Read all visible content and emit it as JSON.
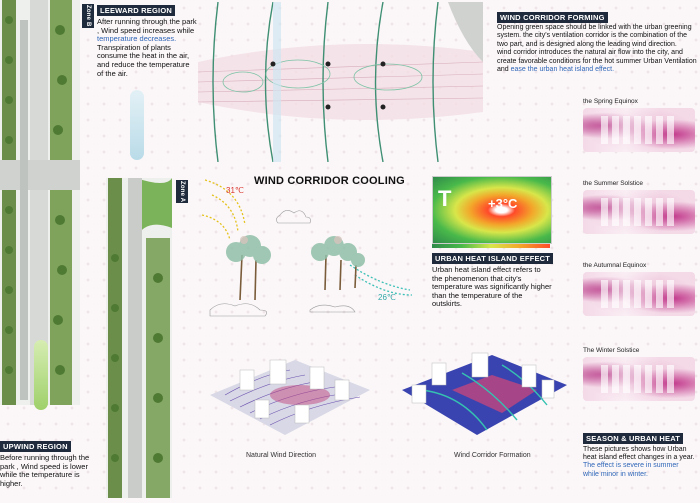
{
  "leeward": {
    "header": "LEEWARD REGION",
    "p1": "After running through the park , Wind speed increases while",
    "p1_hl": "temperature decreases.",
    "p2": "Transpiration of plants consume the heat in the air, and reduce the temperature of the air."
  },
  "upwind": {
    "header": "UPWIND REGION",
    "text": "Before running through the park , Wind speed is lower while the temperature is higher."
  },
  "zone_b": "Zone B",
  "zone_a": "Zone A",
  "wind_forming": {
    "header": "WIND CORRIDOR FORMING",
    "p1": "Opening green space should be linked with the urban greening system. the city's ventilation corridor is the combination of the two part, and is designed along the leading wind direction.",
    "p2": "wind corridor introduces the natural air flow into the city, and create favorable conditions for the hot summer Urban Ventilation and",
    "p2_hl": "ease the urban heat island effect."
  },
  "main_title": "WIND CORRIDOR COOLING",
  "temps": {
    "hot": "31℃",
    "cool": "26℃",
    "delta": "+3°C",
    "t_letter": "T"
  },
  "uhi": {
    "header": "URBAN HEAT ISLAND EFFECT",
    "text": "Urban heat island effect refers to the phenomenon that city's temperature was significantly higher than the temperature of the outskirts."
  },
  "captions": {
    "natural": "Natural Wind Direction",
    "corridor": "Wind Corridor Formation"
  },
  "seasons": {
    "items": [
      "the Spring Equinox",
      "the Summer Solstice",
      "the Autumnal Equinox",
      "The Winter Solstice"
    ],
    "header": "SEASON & URBAN HEAT",
    "text": "These pictures shows how Urban heat island effect changes in a year.",
    "text_hl": "The effect is severe in summer while minor in winter."
  },
  "colors": {
    "dark_header": "#1f2a3c",
    "highlight_blue": "#2f66b8",
    "heat_red": "#d9332a",
    "wind_green": "#9fd06a"
  }
}
